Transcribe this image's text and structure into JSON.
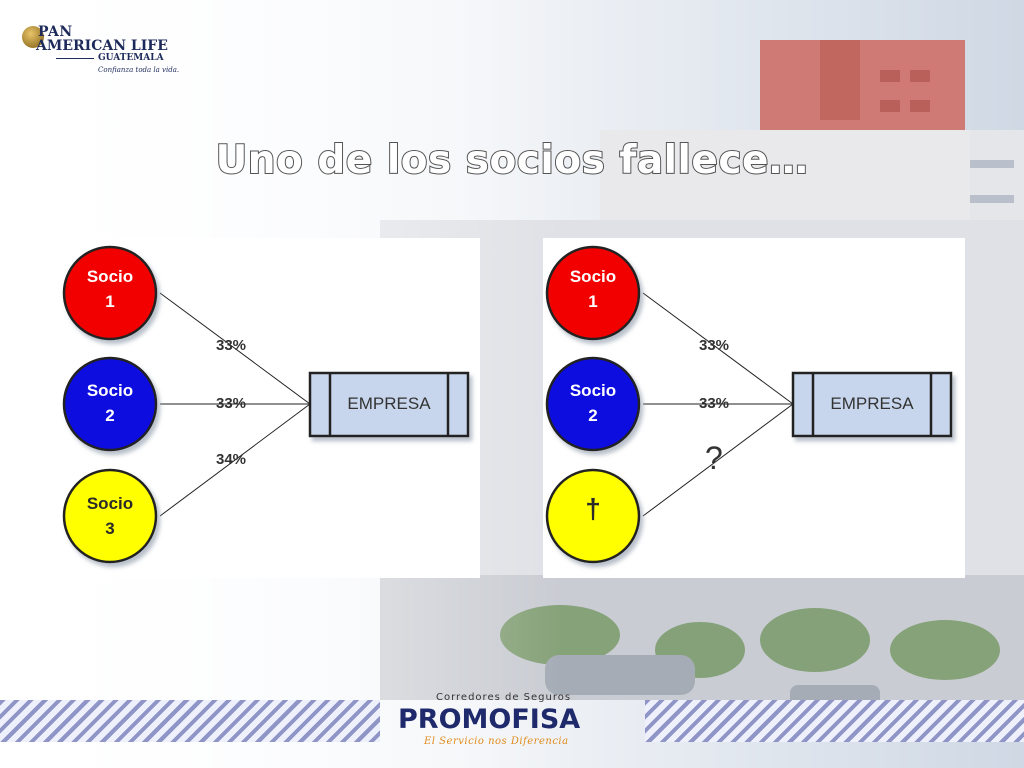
{
  "slide": {
    "title": "Uno de los socios fallece…"
  },
  "logo": {
    "line1": "PAN",
    "line2": "AMERICAN LIFE",
    "line3": "GUATEMALA",
    "line4": "Confianza toda la vida."
  },
  "diagram_left": {
    "partners": [
      {
        "line1": "Socio",
        "line2": "1",
        "color": "#f20000",
        "text_color": "#ffffff",
        "pct": "33%"
      },
      {
        "line1": "Socio",
        "line2": "2",
        "color": "#0a0adf",
        "text_color": "#ffffff",
        "pct": "33%"
      },
      {
        "line1": "Socio",
        "line2": "3",
        "color": "#ffff00",
        "text_color": "#2a2a2a",
        "pct": "34%"
      }
    ],
    "company": "EMPRESA"
  },
  "diagram_right": {
    "partners": [
      {
        "line1": "Socio",
        "line2": "1",
        "color": "#f20000",
        "text_color": "#ffffff",
        "pct": "33%"
      },
      {
        "line1": "Socio",
        "line2": "2",
        "color": "#0a0adf",
        "text_color": "#ffffff",
        "pct": "33%"
      },
      {
        "line1": "†",
        "line2": "",
        "color": "#ffff00",
        "text_color": "#2a2a2a",
        "pct": ""
      }
    ],
    "company": "EMPRESA",
    "unknown": "?"
  },
  "footer": {
    "tagline_top": "Corredores de Seguros",
    "brand": "PROMOFISA",
    "tagline_bottom": "El Servicio nos Diferencia"
  }
}
